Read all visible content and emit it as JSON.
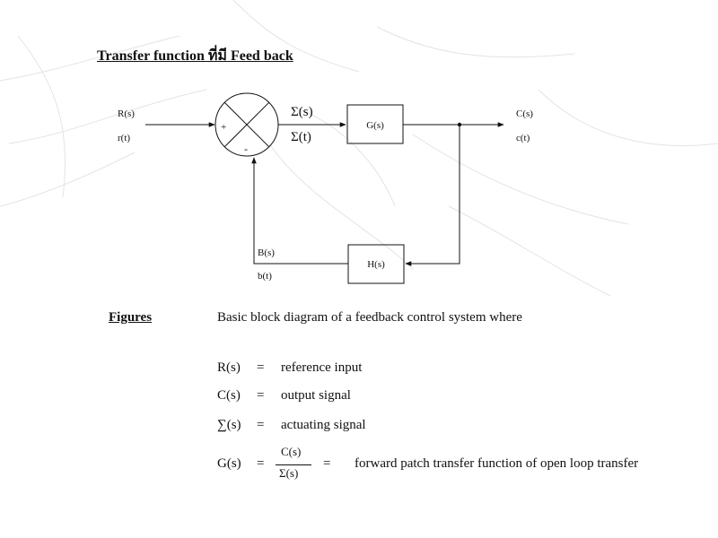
{
  "title": "Transfer function ที่มี Feed back",
  "diagram": {
    "input": {
      "s_label": "R(s)",
      "t_label": "r(t)"
    },
    "summing_junction": {
      "plus_sign": "+",
      "minus_sign": "-"
    },
    "error": {
      "s_label": "Σ(s)",
      "t_label": "Σ(t)"
    },
    "forward_block": {
      "label": "G(s)"
    },
    "output": {
      "s_label": "C(s)",
      "t_label": "c(t)"
    },
    "feedback_block": {
      "label": "H(s)"
    },
    "feedback": {
      "s_label": "B(s)",
      "t_label": "b(t)"
    }
  },
  "caption": {
    "label": "Figures",
    "text": "Basic block diagram of a feedback control system where"
  },
  "definitions": [
    {
      "symbol": "R(s)",
      "eq": "=",
      "meaning": "reference input"
    },
    {
      "symbol": "C(s)",
      "eq": "=",
      "meaning": "output signal"
    },
    {
      "symbol": "∑(s)",
      "eq": "=",
      "meaning": "actuating signal"
    }
  ],
  "g_definition": {
    "symbol": "G(s)",
    "eq": "=",
    "numerator": "C(s)",
    "denominator": "Σ(s)",
    "eq2": "=",
    "meaning": "forward patch transfer function of open loop transfer"
  }
}
